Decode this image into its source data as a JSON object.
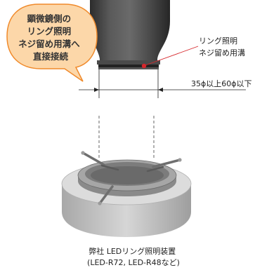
{
  "callout": {
    "lines": [
      "顕微鏡側の",
      "リング照明",
      "ネジ留め用溝へ",
      "直接接続"
    ],
    "fill_color": "#fcd7a9",
    "stroke_color": "#f08a2b"
  },
  "groove_label": {
    "line1": "リング照明",
    "line2": "ネジ留め用溝"
  },
  "dimension_label": "35ϕ以上60ϕ以下",
  "caption": {
    "line1": "弊社 LEDリング照明装置",
    "line2": "(LED-R72, LED-R48など)"
  },
  "colors": {
    "accent_red": "#d6262b",
    "lens_dark": "#3a3a3a",
    "base_gray": "#c9c9c9"
  }
}
